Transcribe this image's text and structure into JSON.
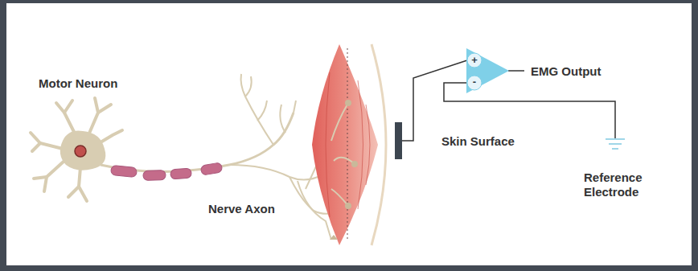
{
  "diagram": {
    "labels": [
      "Motor Neuron",
      "Nerve Axon",
      "+",
      "-",
      "EMG Output",
      "Skin Surface",
      "Reference Electrode"
    ]
  }
}
